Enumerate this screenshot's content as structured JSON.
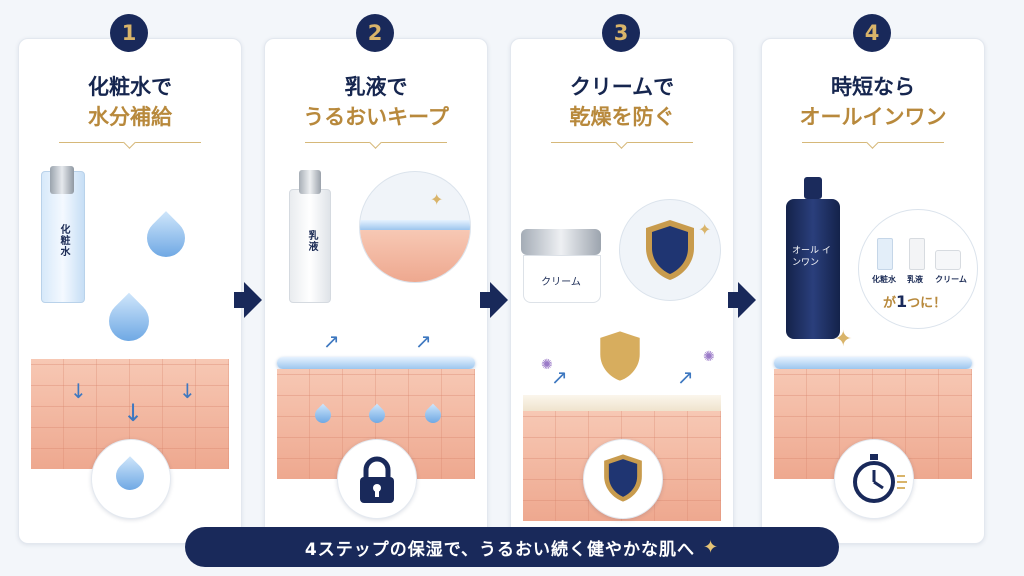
{
  "steps": [
    {
      "number": "1",
      "title_line1": "化粧水で",
      "title_line2": "水分補給",
      "bottle_label": "化粧水"
    },
    {
      "number": "2",
      "title_line1": "乳液で",
      "title_line2": "うるおいキープ",
      "bottle_label": "乳液"
    },
    {
      "number": "3",
      "title_line1": "クリームで",
      "title_line2": "乾燥を防ぐ",
      "jar_label": "クリーム"
    },
    {
      "number": "4",
      "title_line1": "時短なら",
      "title_line2": "オールインワン",
      "bottle_label": "オール インワン",
      "bubble": {
        "items": [
          "化粧水",
          "乳液",
          "クリーム"
        ],
        "prefix": "が",
        "one": "1",
        "suffix": "つに！"
      }
    }
  ],
  "banner": {
    "text": "4ステップの保湿で、うるおい続く健やかな肌へ",
    "icon": "sparkle-icon"
  },
  "colors": {
    "navy": "#19295a",
    "gold": "#b8893c",
    "skin": "#f2b7a1",
    "water": "#5f9ee0"
  }
}
